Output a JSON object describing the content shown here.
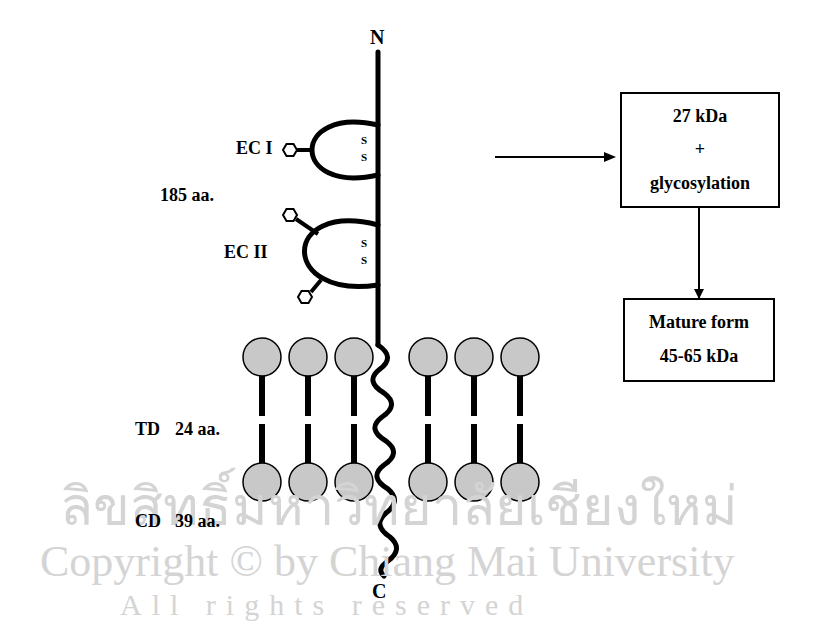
{
  "diagram": {
    "nodes": [
      {
        "text": [
          "27 kDa",
          "+",
          "glycosylation"
        ]
      },
      {
        "text": [
          "Mature form",
          "45-65 kDa"
        ]
      }
    ],
    "edges": [
      {
        "from": 0,
        "to": 1,
        "arrow": "to"
      }
    ],
    "labels": [
      "N",
      "EC I",
      "S",
      "S",
      "185 aa.",
      "EC II",
      "S",
      "S",
      "TD",
      "24 aa.",
      "CD",
      "39 aa.",
      "C",
      "ลิขสิทธิ์มหาวิทยาลัยเชียงใหม่",
      "Copyright © by Chiang Mai University",
      "All rights reserved"
    ]
  }
}
